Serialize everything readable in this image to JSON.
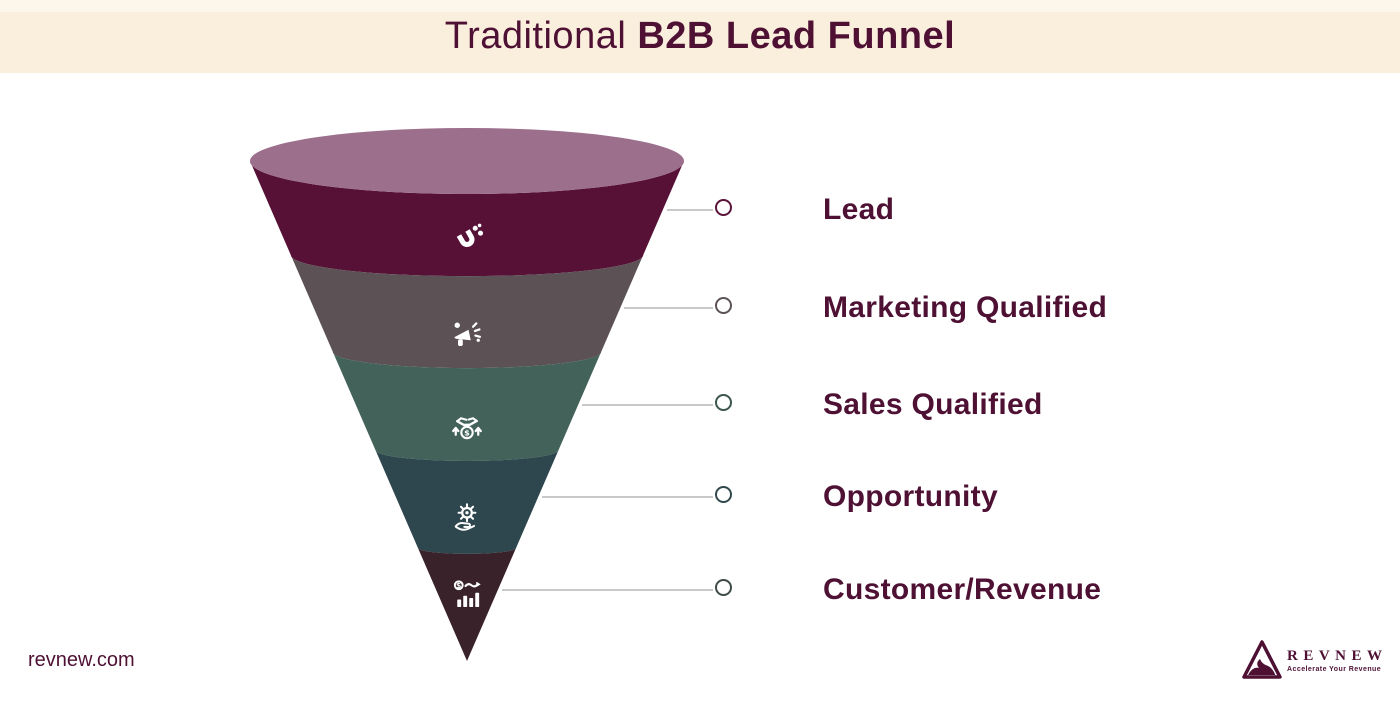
{
  "header": {
    "title_regular": "Traditional",
    "title_bold": "B2B Lead Funnel",
    "bar_color": "#faeedd",
    "title_color": "#4e1134"
  },
  "funnel": {
    "top_face_color": "#9c6f8c",
    "stages": [
      {
        "label": "Lead",
        "band_color": "#571137",
        "ring_color": "#5a1339",
        "icon": "magnet-icon"
      },
      {
        "label": "Marketing Qualified",
        "band_color": "#5c5154",
        "ring_color": "#5d5355",
        "icon": "megaphone-icon"
      },
      {
        "label": "Sales Qualified",
        "band_color": "#42625a",
        "ring_color": "#3c564f",
        "icon": "handshake-icon"
      },
      {
        "label": "Opportunity",
        "band_color": "#2e464d",
        "ring_color": "#32494c",
        "icon": "gear-hand-icon"
      },
      {
        "label": "Customer/Revenue",
        "band_color": "#39222a",
        "ring_color": "#3f4b49",
        "icon": "revenue-chart-icon"
      }
    ]
  },
  "connector": {
    "line_color": "#c9c9c9"
  },
  "footer": {
    "website": "revnew.com",
    "logo_name": "REVNEW",
    "logo_tagline": "Accelerate Your Revenue",
    "logo_color": "#4e1134"
  }
}
